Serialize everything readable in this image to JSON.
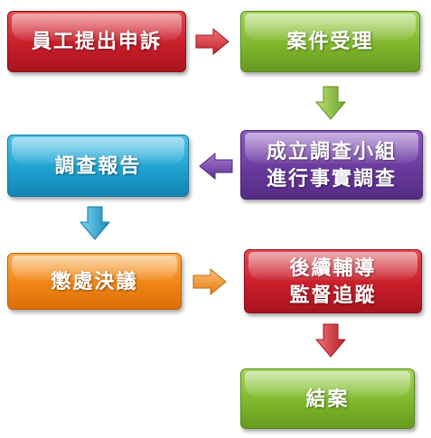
{
  "steps": {
    "employee_complaint": "員工提出申訴",
    "case_accepted": "案件受理",
    "form_team_line1": "成立調查小組",
    "form_team_line2": "進行事實調查",
    "investigation_report": "調查報告",
    "disciplinary_decision": "懲處決議",
    "followup_line1": "後續輔導",
    "followup_line2": "監督追蹤",
    "case_closed": "結案"
  },
  "colors": {
    "red": "#c81e2a",
    "green": "#7fb72c",
    "blue": "#1fa2d1",
    "purple": "#6a3a9e",
    "orange": "#f08516",
    "arrow_red": "#d8393c",
    "arrow_green": "#8cc63f",
    "arrow_blue": "#2aa7dc",
    "arrow_purple": "#7a44aa",
    "arrow_orange": "#f39223"
  }
}
